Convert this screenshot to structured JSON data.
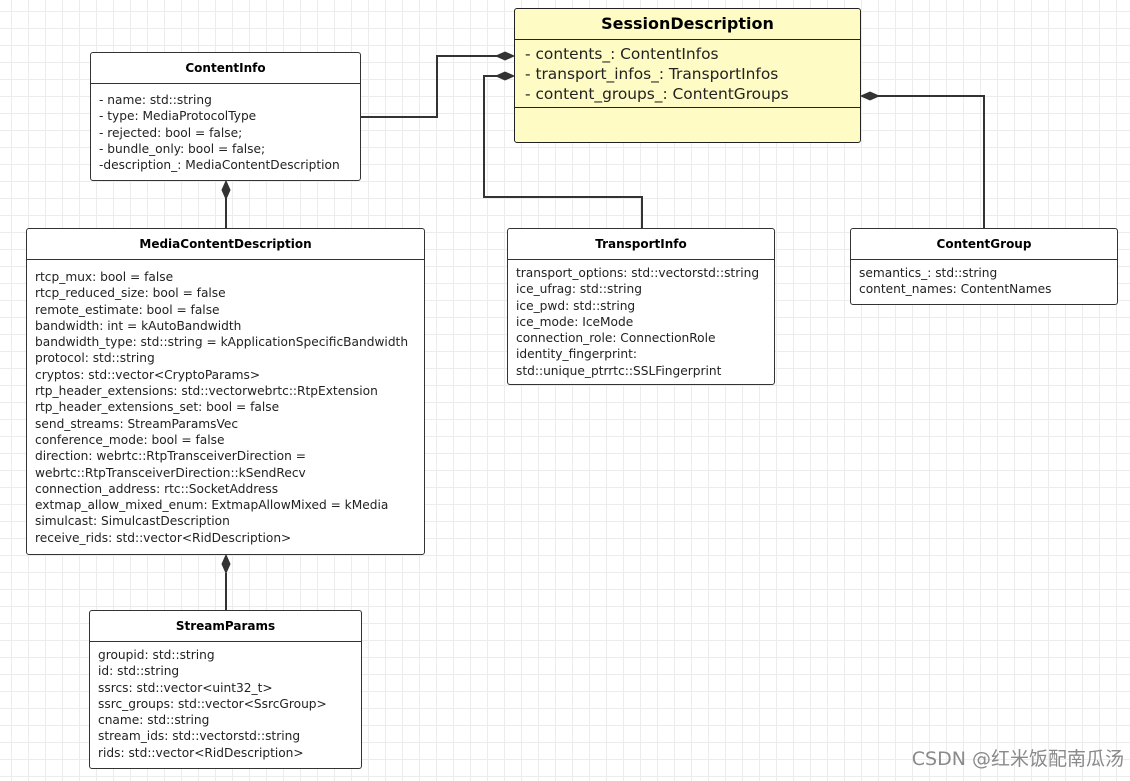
{
  "classes": {
    "session_description": {
      "name": "SessionDescription",
      "attributes": [
        "- contents_:  ContentInfos",
        "- transport_infos_:  TransportInfos",
        "- content_groups_:  ContentGroups"
      ]
    },
    "content_info": {
      "name": "ContentInfo",
      "attributes": [
        "- name: std::string",
        "- type:  MediaProtocolType",
        "- rejected: bool = false;",
        "- bundle_only: bool = false;",
        "-description_: MediaContentDescription"
      ]
    },
    "media_content_description": {
      "name": "MediaContentDescription",
      "attributes": [
        "rtcp_mux: bool = false",
        "rtcp_reduced_size: bool = false",
        "remote_estimate: bool = false",
        "bandwidth: int = kAutoBandwidth",
        "bandwidth_type: std::string = kApplicationSpecificBandwidth",
        "protocol: std::string",
        "cryptos: std::vector<CryptoParams>",
        "rtp_header_extensions: std::vectorwebrtc::RtpExtension",
        "rtp_header_extensions_set: bool = false",
        "send_streams: StreamParamsVec",
        "conference_mode: bool = false",
        "direction: webrtc::RtpTransceiverDirection =",
        "webrtc::RtpTransceiverDirection::kSendRecv",
        "connection_address: rtc::SocketAddress",
        "extmap_allow_mixed_enum: ExtmapAllowMixed = kMedia",
        "simulcast: SimulcastDescription",
        "receive_rids: std::vector<RidDescription>"
      ]
    },
    "transport_info": {
      "name": "TransportInfo",
      "attributes": [
        "transport_options: std::vectorstd::string",
        "ice_ufrag: std::string",
        "ice_pwd: std::string",
        "ice_mode: IceMode",
        "connection_role: ConnectionRole",
        "identity_fingerprint:",
        "std::unique_ptrrtc::SSLFingerprint"
      ]
    },
    "content_group": {
      "name": "ContentGroup",
      "attributes": [
        "semantics_: std::string",
        "content_names: ContentNames"
      ]
    },
    "stream_params": {
      "name": "StreamParams",
      "attributes": [
        "groupid: std::string",
        "id: std::string",
        "ssrcs: std::vector<uint32_t>",
        "ssrc_groups: std::vector<SsrcGroup>",
        "cname: std::string",
        "stream_ids: std::vectorstd::string",
        "rids: std::vector<RidDescription>"
      ]
    }
  },
  "watermark": "CSDN @红米饭配南瓜汤",
  "colors": {
    "main_fill": "#fefcc4",
    "box_fill": "#ffffff",
    "line": "#333333"
  }
}
